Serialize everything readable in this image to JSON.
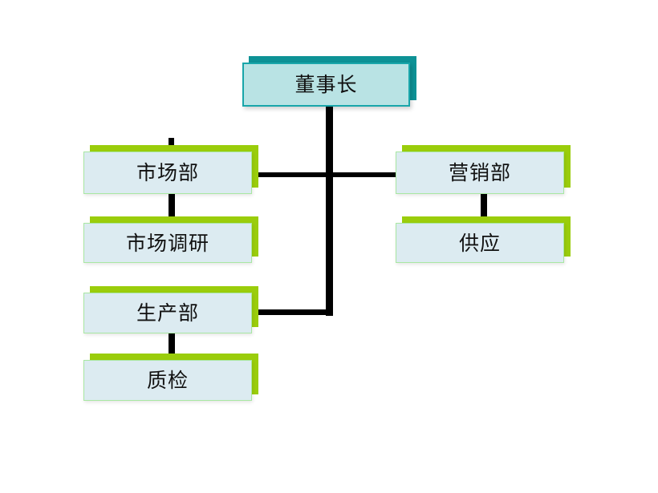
{
  "chart": {
    "type": "org-chart",
    "title": "",
    "background_color": "#ffffff",
    "theme": {
      "root_shadow_color": "#0d9296",
      "root_fill_color": "#b9e3e4",
      "root_border_color": "#19a6aa",
      "node_shadow_color": "#9acd0b",
      "node_fill_color": "#dcebf1",
      "node_border_color": "#a9e7a2",
      "connector_color": "#000000",
      "text_color": "#111111"
    },
    "root": {
      "id": "chairman",
      "label": "董事长"
    },
    "left_branch": [
      {
        "id": "market-dept",
        "label": "市场部"
      },
      {
        "id": "market-research",
        "label": "市场调研"
      },
      {
        "id": "production-dept",
        "label": "生产部"
      },
      {
        "id": "quality-check",
        "label": "质检"
      }
    ],
    "right_branch": [
      {
        "id": "sales-dept",
        "label": "营销部"
      },
      {
        "id": "supply",
        "label": "供应"
      }
    ],
    "relations": [
      {
        "from": "chairman",
        "to": "market-dept",
        "kind": "elbow"
      },
      {
        "from": "chairman",
        "to": "sales-dept",
        "kind": "elbow"
      },
      {
        "from": "chairman",
        "to": "production-dept",
        "kind": "elbow"
      },
      {
        "from": "market-dept",
        "to": "market-research",
        "kind": "straight"
      },
      {
        "from": "production-dept",
        "to": "quality-check",
        "kind": "straight"
      },
      {
        "from": "sales-dept",
        "to": "supply",
        "kind": "straight"
      }
    ]
  }
}
